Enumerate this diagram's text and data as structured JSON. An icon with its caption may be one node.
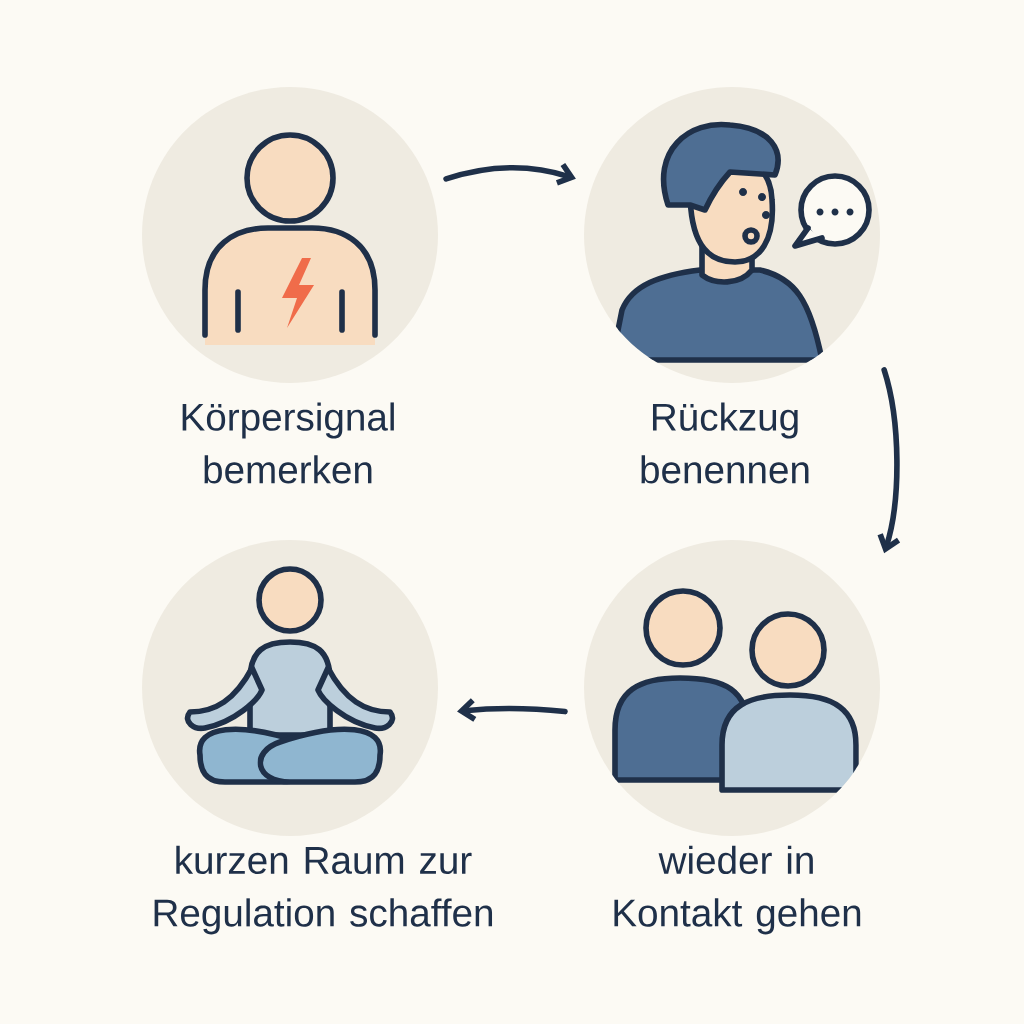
{
  "diagram": {
    "nodes": [
      {
        "text": [
          "Körpersignal bemerken"
        ]
      },
      {
        "text": [
          "Rückzug benennen"
        ]
      },
      {
        "text": [
          "wieder in Kontakt gehen"
        ]
      },
      {
        "text": [
          "kurzen Raum zur Regulation schaffen"
        ]
      }
    ],
    "edges": [
      {
        "from": 0,
        "to": 1,
        "arrow": "to"
      },
      {
        "from": 1,
        "to": 2,
        "arrow": "to"
      },
      {
        "from": 2,
        "to": 3,
        "arrow": "to"
      }
    ]
  }
}
